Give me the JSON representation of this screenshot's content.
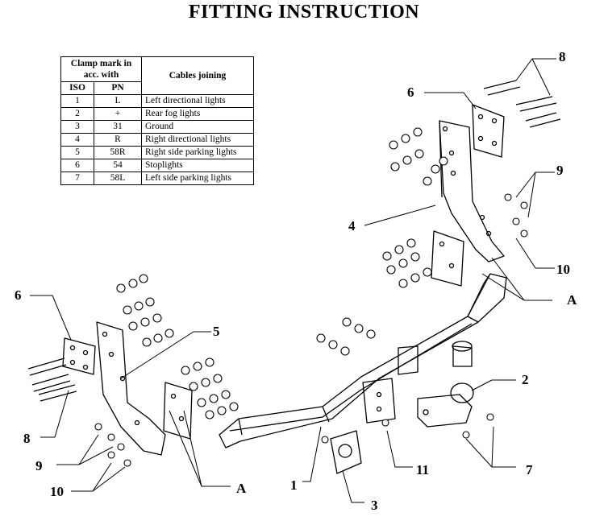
{
  "title": "FITTING INSTRUCTION",
  "table": {
    "header_clamp": "Clamp mark in acc. with",
    "header_cables": "Cables joining",
    "header_iso": "ISO",
    "header_pn": "PN",
    "rows": [
      {
        "iso": "1",
        "pn": "L",
        "cable": "Left directional lights"
      },
      {
        "iso": "2",
        "pn": "+",
        "cable": "Rear fog lights"
      },
      {
        "iso": "3",
        "pn": "31",
        "cable": "Ground"
      },
      {
        "iso": "4",
        "pn": "R",
        "cable": "Right directional lights"
      },
      {
        "iso": "5",
        "pn": "58R",
        "cable": "Right side parking lights"
      },
      {
        "iso": "6",
        "pn": "54",
        "cable": "Stoplights"
      },
      {
        "iso": "7",
        "pn": "58L",
        "cable": "Left side parking lights"
      }
    ]
  },
  "callouts": {
    "c8_top": "8",
    "c6_top": "6",
    "c9_right": "9",
    "c4": "4",
    "c10_right": "10",
    "cA_right": "A",
    "c6_left": "6",
    "c5": "5",
    "c2": "2",
    "c8_left": "8",
    "c9_left": "9",
    "c7": "7",
    "c11": "11",
    "c10_left": "10",
    "cA_left": "A",
    "c1": "1",
    "c3": "3"
  }
}
